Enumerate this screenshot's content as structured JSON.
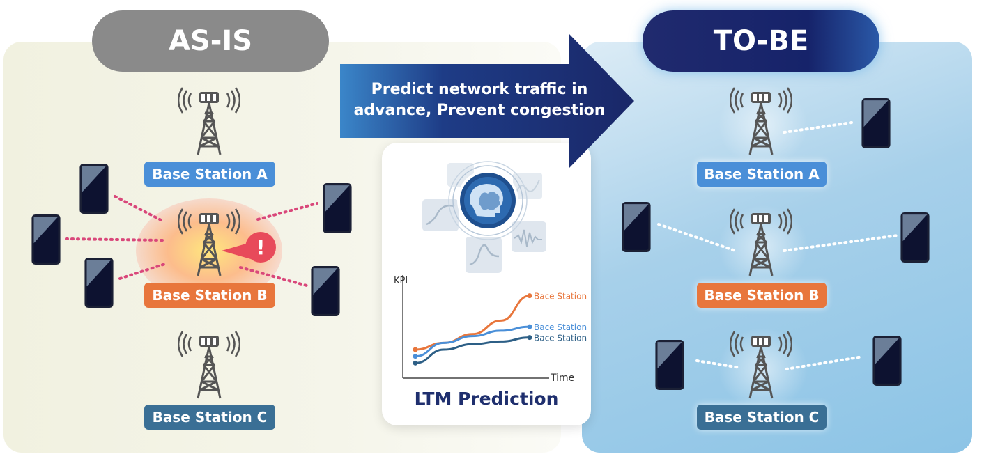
{
  "as_is": {
    "title": "AS-IS"
  },
  "to_be": {
    "title": "TO-BE"
  },
  "arrow": {
    "line1": "Predict network traffic in",
    "line2": "advance, Prevent congestion"
  },
  "stations": {
    "a": "Base Station A",
    "b": "Base Station B",
    "c": "Base Station C"
  },
  "alert": {
    "symbol": "!"
  },
  "prediction": {
    "title": "LTM Prediction",
    "chart_data": {
      "type": "line",
      "xlabel": "Time",
      "ylabel": "KPI",
      "series": [
        {
          "name": "Bace Station B",
          "color": "#e8763c",
          "x": [
            0,
            1,
            2,
            3,
            4
          ],
          "values": [
            2.0,
            3.0,
            4.3,
            6.3,
            10.0
          ]
        },
        {
          "name": "Bace Station A",
          "color": "#4a8fd8",
          "x": [
            0,
            1,
            2,
            3,
            4
          ],
          "values": [
            1.0,
            3.0,
            4.0,
            4.8,
            5.4
          ]
        },
        {
          "name": "Bace Station C",
          "color": "#2d5f86",
          "x": [
            0,
            1,
            2,
            3,
            4
          ],
          "values": [
            0.0,
            2.0,
            2.8,
            3.2,
            3.8
          ]
        }
      ],
      "xlim": [
        0,
        4.6
      ],
      "ylim": [
        -1,
        11
      ]
    }
  },
  "colors": {
    "station_a": "#4a8fd8",
    "station_b": "#e8763c",
    "station_c": "#3a6f95",
    "alert": "#e84a5a",
    "arrow": "#1c2a6e"
  },
  "icons": [
    "tower-icon",
    "smartphone-icon",
    "alert-icon",
    "brain-head-icon",
    "graph-card-icon"
  ]
}
